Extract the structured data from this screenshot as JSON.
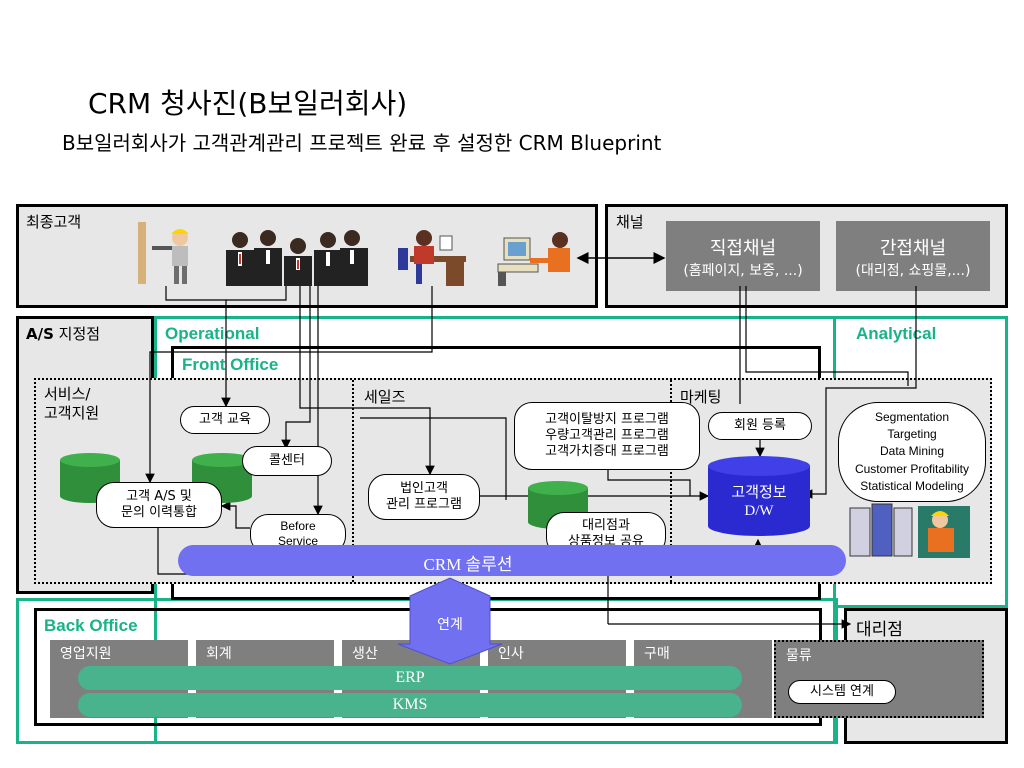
{
  "header": {
    "title": "CRM 청사진(B보일러회사)",
    "subtitle": "B보일러회사가 고객관계관리 프로젝트 완료 후 설정한 CRM Blueprint"
  },
  "end_customers": {
    "label": "최종고객"
  },
  "channel": {
    "label": "채널",
    "direct": {
      "title": "직접채널",
      "detail": "(홈페이지, 보증, ...)"
    },
    "indirect": {
      "title": "간접채널",
      "detail": "(대리점, 쇼핑몰,...)"
    }
  },
  "as_center": {
    "label_bold": "A/S",
    "label_rest": " 지정점"
  },
  "operational": {
    "label": "Operational"
  },
  "front_office": {
    "label": "Front Office"
  },
  "analytical": {
    "label": "Analytical"
  },
  "service": {
    "label_line1": "서비스/",
    "label_line2": "고객지원",
    "customer_education": "고객 교육",
    "call_center": "콜센터",
    "as_integration_line1": "고객 A/S 및",
    "as_integration_line2": "문의 이력통합",
    "before_service_line1": "Before",
    "before_service_line2": "Service"
  },
  "sales": {
    "label": "세일즈",
    "corporate_line1": "법인고객",
    "corporate_line2": "관리 프로그램",
    "programs_line1": "고객이탈방지 프로그램",
    "programs_line2": "우량고객관리 프로그램",
    "programs_line3": "고객가치증대 프로그램",
    "dealer_line1": "대리점과",
    "dealer_line2": "상품정보 공유"
  },
  "marketing": {
    "label": "마케팅",
    "member_registration": "회원 등록",
    "dw_line1": "고객정보",
    "dw_line2": "D/W"
  },
  "analytics": {
    "items": [
      "Segmentation",
      "Targeting",
      "Data Mining",
      "Customer Profitability",
      "Statistical Modeling"
    ]
  },
  "crm_solution": {
    "label": "CRM 솔루션"
  },
  "link": {
    "label": "연계"
  },
  "back_office": {
    "label": "Back Office",
    "cells": [
      "영업지원",
      "회계",
      "생산",
      "인사",
      "구매"
    ],
    "erp": "ERP",
    "kms": "KMS"
  },
  "dealer": {
    "label": "대리점"
  },
  "logistics": {
    "label": "물류",
    "system_link": "시스템 연계"
  },
  "colors": {
    "accent_green": "#19b38a",
    "crm_blue": "#7070f0",
    "dw_blue": "#2a2ad0",
    "erp_green": "#49b38e"
  }
}
